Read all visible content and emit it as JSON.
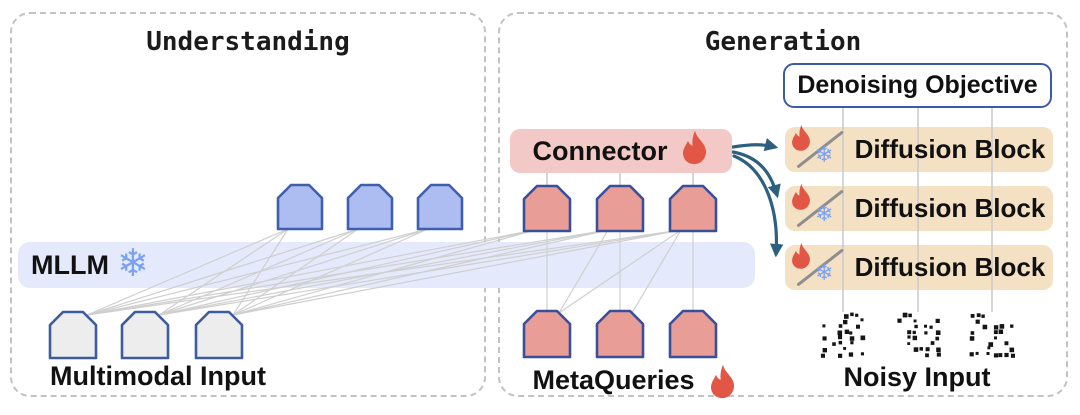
{
  "panels": {
    "understanding": {
      "title": "Understanding"
    },
    "generation": {
      "title": "Generation"
    }
  },
  "mllm": {
    "label": "MLLM",
    "icon": "snowflake-icon",
    "state": "frozen"
  },
  "connector": {
    "label": "Connector",
    "icon": "fire-icon",
    "state": "trainable"
  },
  "denoising": {
    "label": "Denoising Objective"
  },
  "diffusion_blocks": [
    {
      "label": "Diffusion Block",
      "icons": [
        "fire-icon",
        "slash-icon",
        "snowflake-icon"
      ],
      "state": "trainable-or-frozen"
    },
    {
      "label": "Diffusion Block",
      "icons": [
        "fire-icon",
        "slash-icon",
        "snowflake-icon"
      ],
      "state": "trainable-or-frozen"
    },
    {
      "label": "Diffusion Block",
      "icons": [
        "fire-icon",
        "slash-icon",
        "snowflake-icon"
      ],
      "state": "trainable-or-frozen"
    }
  ],
  "token_groups": {
    "multimodal_input": {
      "label": "Multimodal Input",
      "count": 3,
      "kind": "gray-token"
    },
    "understanding_outputs": {
      "count": 3,
      "kind": "blue-token"
    },
    "query_outputs": {
      "count": 3,
      "kind": "pink-token"
    },
    "metaqueries": {
      "label": "MetaQueries",
      "count": 3,
      "kind": "pink-token",
      "icon": "fire-icon",
      "state": "trainable"
    },
    "noisy_input": {
      "label": "Noisy Input",
      "count": 3,
      "kind": "noise-square"
    }
  },
  "colors": {
    "panel_border": "#c2c2c2",
    "mllm_bar": "#e4eafc",
    "connector_fill": "#f2c9c6",
    "diffusion_fill": "#f4e1c4",
    "denoising_border": "#3d5aa7",
    "flame_red": "#e25646",
    "snowflake_blue": "#7ba1f5",
    "arrow": "#2d5f80",
    "attention_line": "#cfcfcf",
    "column_line": "#c9c9c9",
    "token_blue_fill": "#aebdf1",
    "token_blue_stroke": "#3d5fad",
    "token_pink_fill": "#e89e97",
    "token_pink_stroke": "#3a4f9a",
    "token_gray_fill": "#ededed",
    "token_gray_stroke": "#3c5c9e",
    "noise_dot": "#151515",
    "slash_gray": "#8e8e8e"
  }
}
